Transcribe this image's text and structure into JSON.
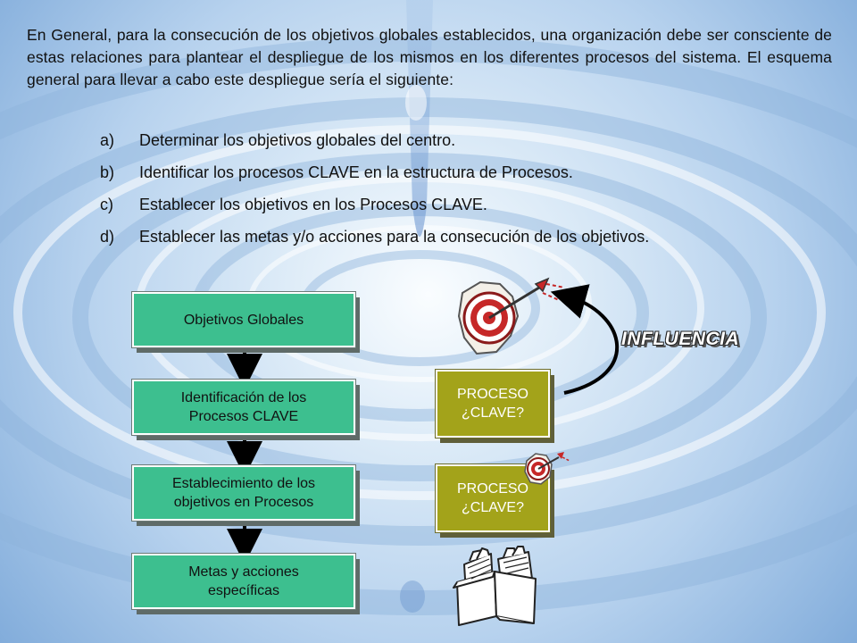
{
  "intro_text": "En General, para la consecución de los objetivos globales establecidos, una organización debe ser consciente de estas relaciones para plantear el despliegue de los mismos en los diferentes procesos del sistema. El esquema general para llevar a cabo este despliegue sería el siguiente:",
  "steps": [
    {
      "marker": "a)",
      "text": "Determinar los objetivos globales del centro."
    },
    {
      "marker": "b)",
      "text": "Identificar los procesos CLAVE en la estructura de Procesos."
    },
    {
      "marker": "c)",
      "text": "Establecer los objetivos en los Procesos CLAVE."
    },
    {
      "marker": "d)",
      "text": "Establecer las metas y/o acciones para la consecución de los objetivos."
    }
  ],
  "flow": [
    {
      "label": "Objetivos Globales"
    },
    {
      "label": "Identificación de los\nProcesos CLAVE"
    },
    {
      "label": "Establecimiento de los\nobjetivos en Procesos"
    },
    {
      "label": "Metas y acciones\nespecíficas"
    }
  ],
  "process_boxes": [
    {
      "label": "PROCESO\n¿CLAVE?"
    },
    {
      "label": "PROCESO\n¿CLAVE?"
    }
  ],
  "influence_label": "INFLUENCIA",
  "icons": [
    "target-dart-icon",
    "small-target-dart-icon",
    "file-box-icon",
    "curved-arrow"
  ],
  "colors": {
    "flow_box": "#3dbf8f",
    "process_box": "#a3a31a",
    "arrow": "#000000",
    "background_light": "#e8f3fb",
    "background_deep": "#7aa9d8"
  }
}
